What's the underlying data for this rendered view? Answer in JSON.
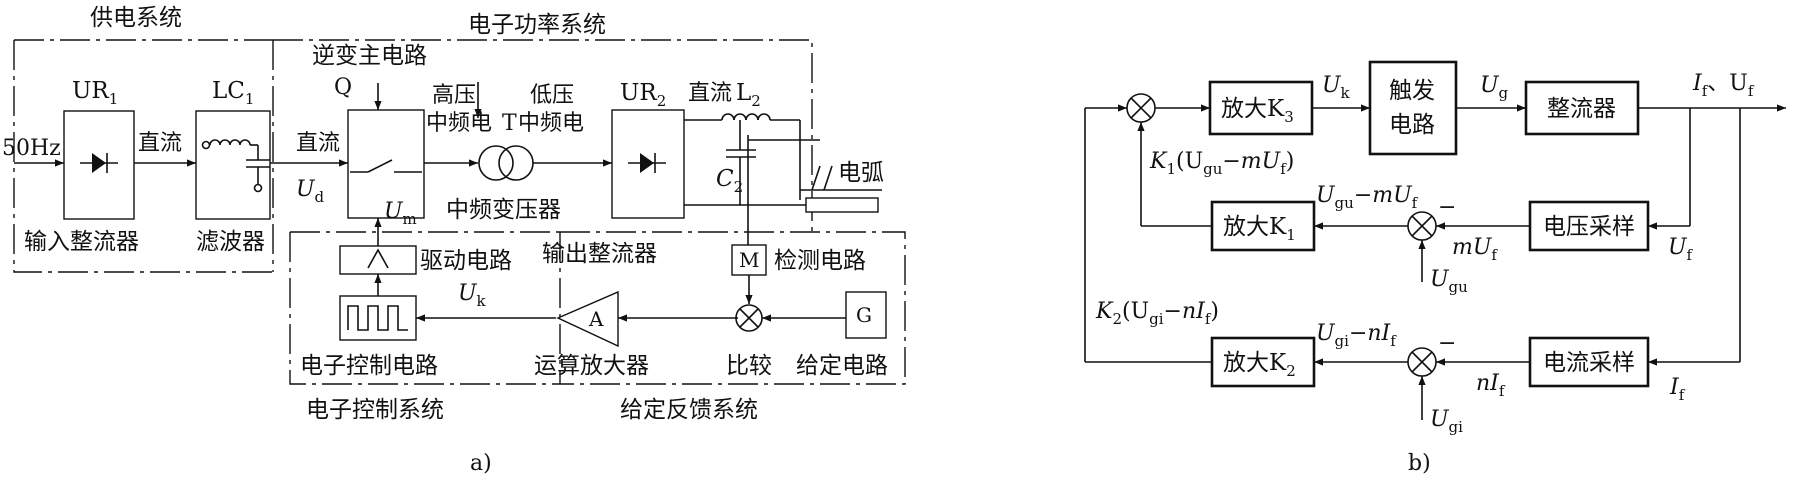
{
  "diagram_a": {
    "caption": "a)",
    "region_supply": "供电系统",
    "region_power": "电子功率系统",
    "region_control": "电子控制系统",
    "region_feedback": "给定反馈系统",
    "input_freq": "50Hz",
    "ur1_label": "UR",
    "ur1_sub": "1",
    "ur1_name": "输入整流器",
    "dc1": "直流",
    "lc1_label": "LC",
    "lc1_sub": "1",
    "lc1_name": "滤波器",
    "dc2": "直流",
    "ud_main": "U",
    "ud_sub": "d",
    "inverter_name": "逆变主电路",
    "q_label": "Q",
    "high_v": "高压",
    "mf_elec1": "中频电",
    "t_label": "T",
    "low_v": "低压",
    "mf_elec2": "中频电",
    "transformer_name": "中频变压器",
    "ur2_label": "UR",
    "ur2_sub": "2",
    "dc3": "直流",
    "l2_label": "L",
    "l2_sub": "2",
    "c2_label": "C",
    "c2_sub": "2",
    "arc": "电弧",
    "um_main": "U",
    "um_sub": "m",
    "drive_name": "驱动电路",
    "out_rect_name": "输出整流器",
    "m_label": "M",
    "detect_name": "检测电路",
    "uk_main": "U",
    "uk_sub": "k",
    "amp_symbol": "A",
    "g_label": "G",
    "ctrl_name": "电子控制电路",
    "opamp_name": "运算放大器",
    "compare_name": "比较",
    "set_name": "给定电路"
  },
  "diagram_b": {
    "caption": "b)",
    "amp3": "放大K",
    "amp3_sub": "3",
    "uk_main": "U",
    "uk_sub": "k",
    "trig_line1": "触发",
    "trig_line2": "电路",
    "ug_main": "U",
    "ug_sub": "g",
    "rectifier": "整流器",
    "out_label": "I",
    "out_label2": "f",
    "out_label3": "、U",
    "out_label4": "f",
    "k1_expr": "K",
    "k1_sub": "1",
    "k1_rest": "(U",
    "k1_gu": "gu",
    "k1_minus": "−mU",
    "k1_f": "f",
    "k1_close": ")",
    "ugu_mUf": "U",
    "ugu_sub": "gu",
    "ugu_rest": "−mU",
    "ugu_f": "f",
    "amp1": "放大K",
    "amp1_sub": "1",
    "volt_sample": "电压采样",
    "muf": "mU",
    "muf_sub": "f",
    "uf": "U",
    "uf_sub": "f",
    "ugu": "U",
    "ugu_sub2": "gu",
    "k2_expr": "K",
    "k2_sub": "2",
    "k2_rest": "(U",
    "k2_gi": "gi",
    "k2_minus": "−nI",
    "k2_f": "f",
    "k2_close": ")",
    "ugi_nIf": "U",
    "ugi_sub": "gi",
    "ugi_rest": "−nI",
    "ugi_f": "f",
    "amp2": "放大K",
    "amp2_sub": "2",
    "curr_sample": "电流采样",
    "nif": "nI",
    "nif_sub": "f",
    "if_lbl": "I",
    "if_sub": "f",
    "ugi": "U",
    "ugi_sub2": "gi",
    "minus": "−"
  }
}
